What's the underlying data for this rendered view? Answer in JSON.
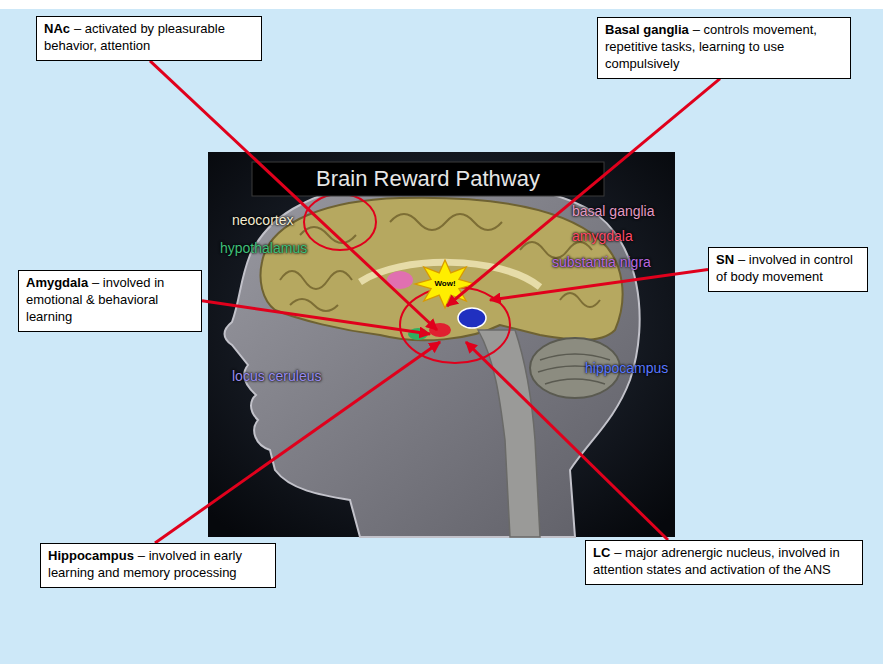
{
  "diagram": {
    "title": "Brain Reward Pathway",
    "nodes": [
      {
        "text": [
          "NAc",
          "– activated by pleasurable behavior, attention"
        ]
      },
      {
        "text": [
          "Basal ganglia",
          "– controls movement, repetitive tasks, learning to use compulsively"
        ]
      },
      {
        "text": [
          "Amygdala",
          "– involved in emotional & behavioral learning"
        ]
      },
      {
        "text": [
          "SN",
          "– involved in control of body movement"
        ]
      },
      {
        "text": [
          "Hippocampus",
          "– involved in early learning and memory processing"
        ]
      },
      {
        "text": [
          "LC",
          "– major adrenergic nucleus, involved in attention states and activation of the ANS"
        ]
      }
    ],
    "edges": [],
    "labels": [
      "neocortex",
      "basal ganglia",
      "amygdala",
      "hypothalamus",
      "substantia nigra",
      "locus ceruleus",
      "hippocampus",
      "Wow!"
    ]
  }
}
